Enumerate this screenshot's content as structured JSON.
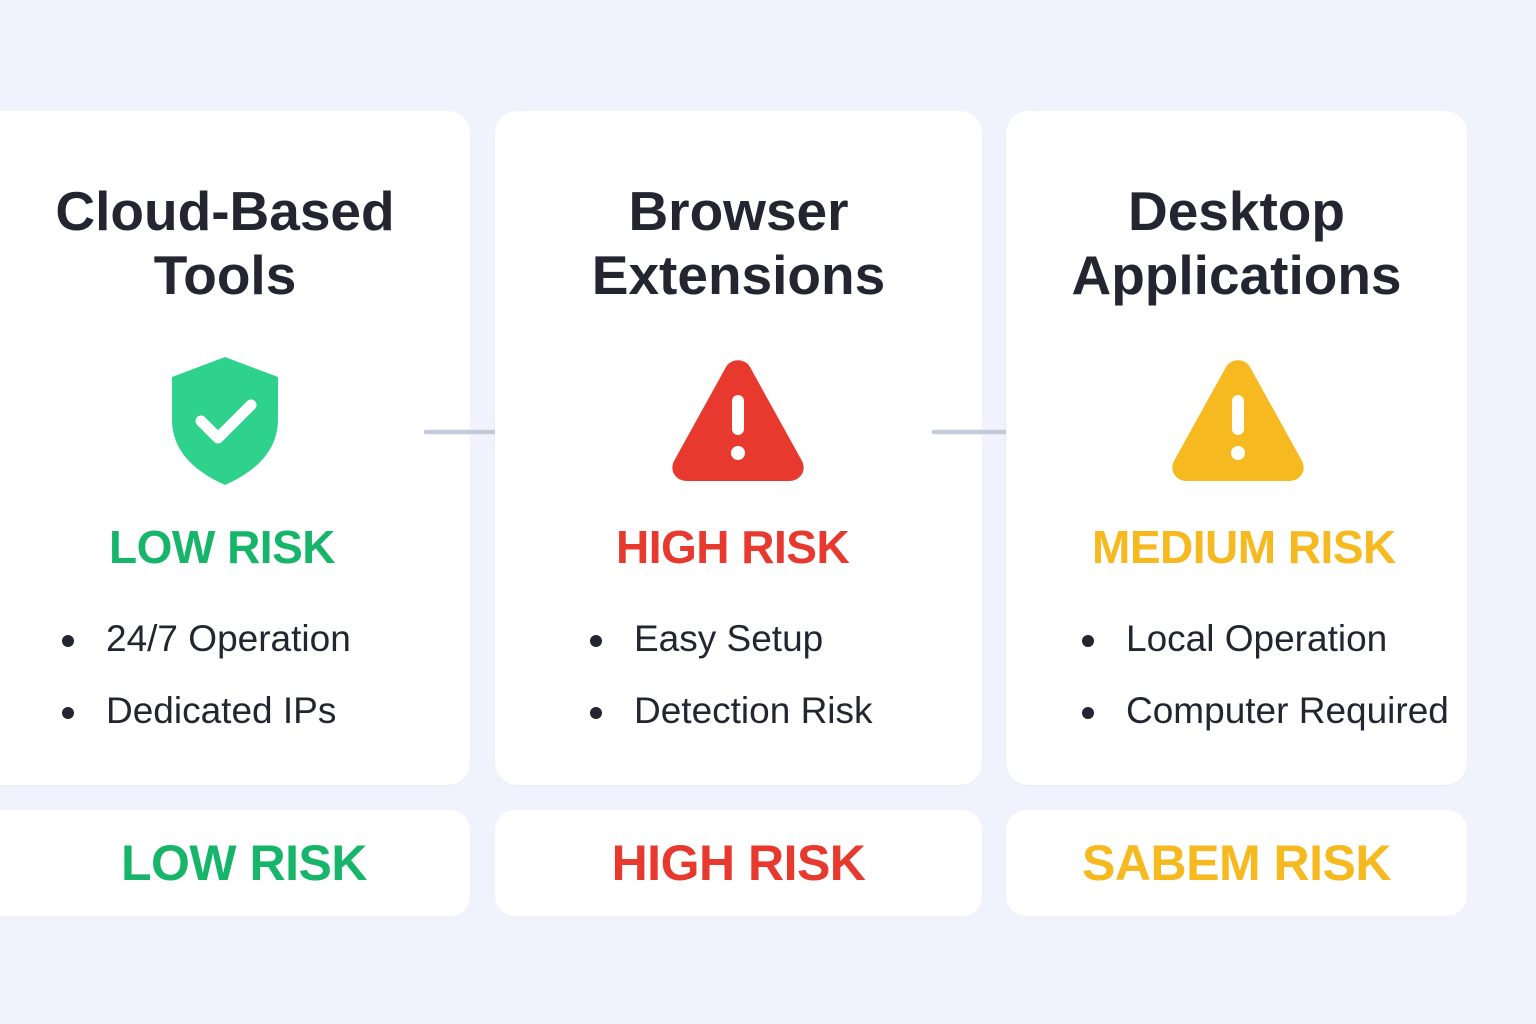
{
  "colors": {
    "background": "#f0f3fd",
    "card": "#ffffff",
    "text": "#232631",
    "low": "#16b56a",
    "high": "#e8392f",
    "medium": "#f6b91f",
    "arrow": "#c3cbd9"
  },
  "cards": [
    {
      "title": "Cloud-Based\nTools",
      "icon": "shield-check-icon",
      "risk_label": "LOW RISK",
      "risk_level": "low",
      "features": [
        "24/7 Operation",
        "Dedicated IPs"
      ]
    },
    {
      "title": "Browser\nExtensions",
      "icon": "warning-triangle-icon",
      "risk_label": "HIGH RISK",
      "risk_level": "high",
      "features": [
        "Easy Setup",
        "Detection Risk"
      ]
    },
    {
      "title": "Desktop\nApplications",
      "icon": "warning-triangle-icon",
      "risk_label": "MEDIUM RISK",
      "risk_level": "medium",
      "features": [
        "Local Operation",
        "Computer Required"
      ]
    }
  ],
  "badges": [
    {
      "label": "LOW RISK",
      "risk_level": "low"
    },
    {
      "label": "HIGH RISK",
      "risk_level": "high"
    },
    {
      "label": "SABEM RISK",
      "risk_level": "medium"
    }
  ],
  "connectors": [
    {
      "icon": "arrow-right-icon"
    },
    {
      "icon": "arrow-right-icon"
    }
  ]
}
